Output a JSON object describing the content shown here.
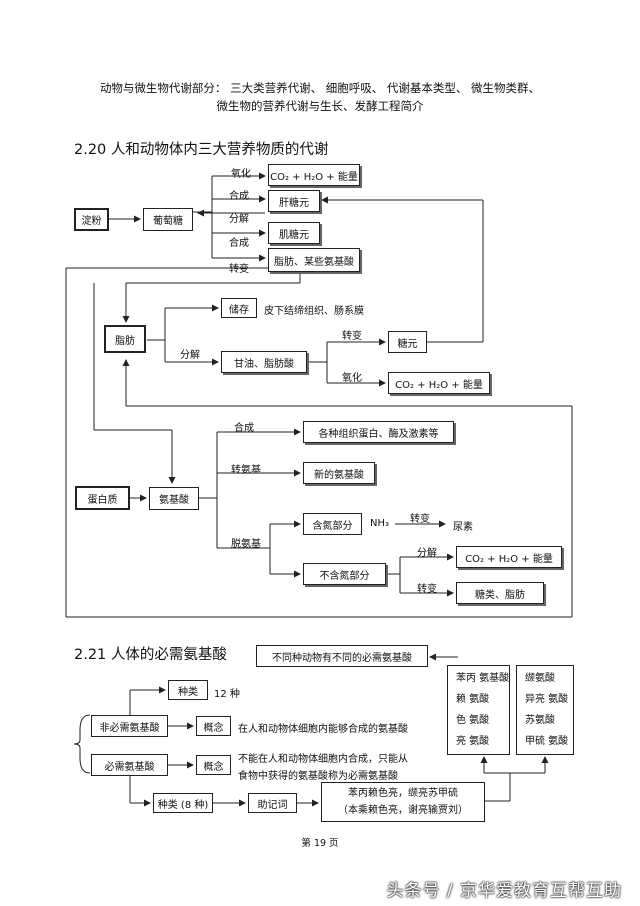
{
  "header": {
    "line1": "动物与微生物代谢部分：  三大类营养代谢、 细胞呼吸、 代谢基本类型、 微生物类群、",
    "line2": "微生物的营养代谢与生长、发酵工程简介"
  },
  "section_220": {
    "title": "2.20 人和动物体内三大营养物质的代谢",
    "starch": "淀粉",
    "glucose": "葡萄糖",
    "co2_1": "CO₂ + H₂O + 能量",
    "liver_glycogen": "肝糖元",
    "muscle_glycogen": "肌糖元",
    "fat_aa": "脂肪、某些氨基酸",
    "lbl_oxidize": "氧化",
    "lbl_synth1": "合成",
    "lbl_decomp": "分解",
    "lbl_synth2": "合成",
    "lbl_convert": "转变",
    "fat": "脂肪",
    "store": "储存",
    "store_desc": "皮下结缔组织、肠系膜",
    "lbl_decomp2": "分解",
    "glycerol": "甘油、脂肪酸",
    "lbl_convert2": "转变",
    "glycogen": "糖元",
    "lbl_oxidize2": "氧化",
    "co2_2": "CO₂ + H₂O + 能量",
    "protein": "蛋白质",
    "amino_acid": "氨基酸",
    "lbl_synth3": "合成",
    "proteins_out": "各种组织蛋白、酶及激素等",
    "lbl_transam": "转氨基",
    "new_aa": "新的氨基酸",
    "lbl_deam": "脱氨基",
    "n_part": "含氮部分",
    "nh3": "NH₃",
    "lbl_convert3": "转变",
    "urea": "尿素",
    "non_n_part": "不含氮部分",
    "lbl_decomp3": "分解",
    "co2_3": "CO₂ + H₂O + 能量",
    "lbl_convert4": "转变",
    "sugar_fat": "糖类、脂肪"
  },
  "section_221": {
    "title": "2.21  人体的必需氨基酸",
    "diff_animals": "不同种动物有不同的必需氨基酸",
    "col1": [
      "苯丙 氨基酸",
      "赖 氨酸",
      "色 氨酸",
      "亮 氨酸"
    ],
    "col2": [
      "缬氨酸",
      "异亮 氨酸",
      "苏氨酸",
      "甲硫 氨酸"
    ],
    "kinds": "种类",
    "kinds_count": "12 种",
    "nonessential": "非必需氨基酸",
    "concept1": "概念",
    "concept1_text": "在人和动物体细胞内能够合成的氨基酸",
    "essential": "必需氨基酸",
    "concept2": "概念",
    "concept2_text_1": "不能在人和动物体细胞内合成，只能从",
    "concept2_text_2": "食物中获得的氨基酸称为必需氨基酸",
    "kinds8": "种类 (8 种)",
    "mnemonic": "助记词",
    "mnemonic_1": "苯丙赖色亮，缬亮苏甲硫",
    "mnemonic_2": "（本乘赖色亮，谢亮输贾刘）"
  },
  "footer": {
    "page": "第 19 页"
  },
  "watermark": "头条号 / 京华爱教育互帮互助"
}
